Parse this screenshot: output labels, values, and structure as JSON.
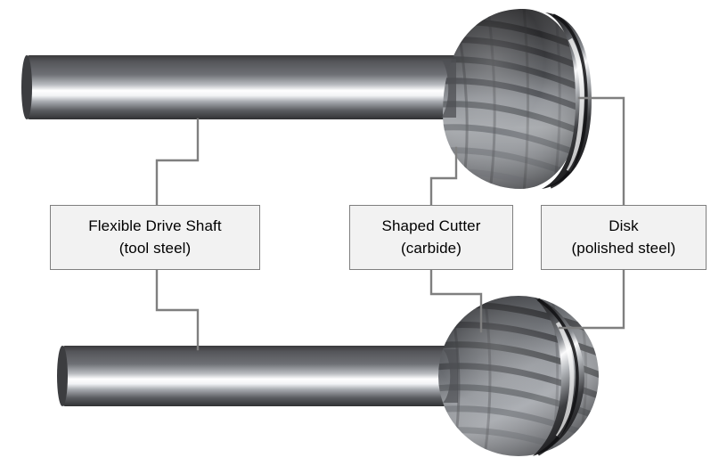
{
  "diagram": {
    "title": "Rotary burr cutting tool component callout diagram",
    "background_color": "#ffffff",
    "leader_line_color": "#7f7f7f",
    "box_fill_color": "#f2f2f2",
    "box_border_color": "#7f7f7f",
    "text_color": "#000000"
  },
  "callouts": [
    {
      "id": "flexible-drive-shaft",
      "line1": "Flexible Drive Shaft",
      "line2": "(tool steel)"
    },
    {
      "id": "shaped-cutter",
      "line1": "Shaped Cutter",
      "line2": "(carbide)"
    },
    {
      "id": "disk",
      "line1": "Disk",
      "line2": "(polished steel)"
    }
  ],
  "tools": [
    {
      "id": "top-tool",
      "head_shape": "bell-cone cutter",
      "shaft_material": "tool steel",
      "head_material": "carbide",
      "rim_material": "polished steel"
    },
    {
      "id": "bottom-tool",
      "head_shape": "spherical ball cutter",
      "shaft_material": "tool steel",
      "head_material": "carbide",
      "rim_material": "polished steel"
    }
  ]
}
